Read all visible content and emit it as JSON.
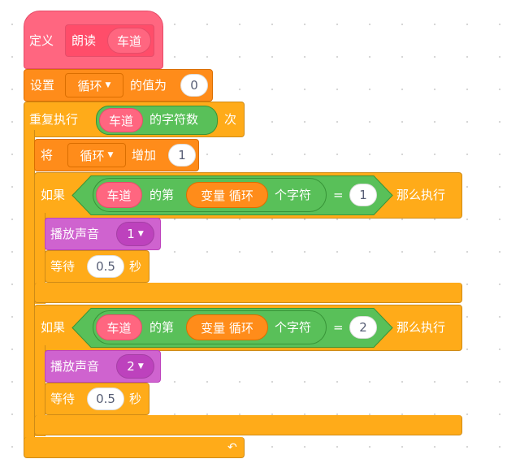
{
  "define": {
    "label": "定义",
    "name": "朗读",
    "param": "车道"
  },
  "set_var": {
    "label": "设置",
    "variable": "循环",
    "to_label": "的值为",
    "value": "0"
  },
  "repeat": {
    "label": "重复执行",
    "param": "车道",
    "length_label": "的字符数",
    "times_label": "次"
  },
  "change_var": {
    "label": "将",
    "variable": "循环",
    "by_label": "增加",
    "value": "1"
  },
  "if_blocks": [
    {
      "if_label": "如果",
      "param": "车道",
      "of_label": "的第",
      "var_label": "变量 循环",
      "char_label": "个字符",
      "eq": "=",
      "value": "1",
      "then_label": "那么执行",
      "sound_label": "播放声音",
      "sound_value": "1",
      "wait_label": "等待",
      "wait_value": "0.5",
      "sec_label": "秒"
    },
    {
      "if_label": "如果",
      "param": "车道",
      "of_label": "的第",
      "var_label": "变量 循环",
      "char_label": "个字符",
      "eq": "=",
      "value": "2",
      "then_label": "那么执行",
      "sound_label": "播放声音",
      "sound_value": "2",
      "wait_label": "等待",
      "wait_value": "0.5",
      "sec_label": "秒"
    }
  ],
  "colors": {
    "define": "#FF6680",
    "variables": "#FF8C1A",
    "control": "#FFAB19",
    "operators": "#59C059",
    "sound": "#CF63CF"
  }
}
